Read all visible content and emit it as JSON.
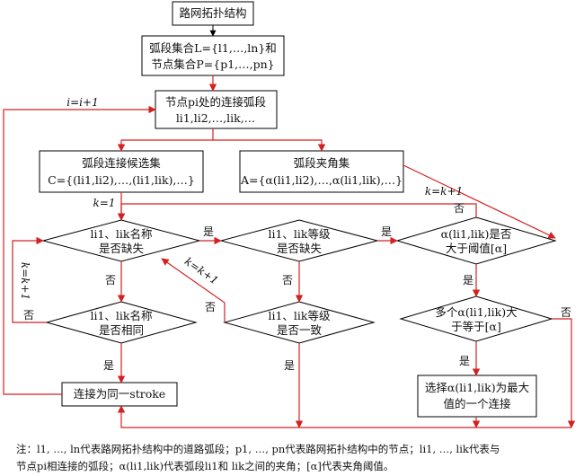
{
  "nodes": {
    "network": {
      "lines": [
        "路网拓扑结构"
      ]
    },
    "sets": {
      "lines": [
        "弧段集合L={l1,…,ln}和",
        "节点集合P={p1,…,pn}"
      ]
    },
    "node_arcs": {
      "lines": [
        "节点pi处的连接弧段",
        "li1,li2,…,lik,…"
      ]
    },
    "candidate_set": {
      "lines": [
        "弧段连接候选集",
        "C={(li1,li2),…,(li1,lik),…}"
      ]
    },
    "angle_set": {
      "lines": [
        "弧段夹角集",
        "A={α(li1,li2),…,α(li1,lik),…}"
      ]
    },
    "name_missing": {
      "lines": [
        "li1、lik名称",
        "是否缺失"
      ]
    },
    "grade_missing": {
      "lines": [
        "li1、lik等级",
        "是否缺失"
      ]
    },
    "angle_threshold": {
      "lines": [
        "α(li1,lik)是否",
        "大于阈值[α]"
      ]
    },
    "name_same": {
      "lines": [
        "li1、lik名称",
        "是否相同"
      ]
    },
    "grade_same": {
      "lines": [
        "li1、lik等级",
        "是否一致"
      ]
    },
    "multi_angle": {
      "lines": [
        "多个α(li1,lik)大",
        "于等于[α]"
      ]
    },
    "connect_stroke": {
      "lines": [
        "连接为同一stroke"
      ]
    },
    "select_max": {
      "lines": [
        "选择α(li1,lik)为最大",
        "值的一个连接"
      ]
    }
  },
  "edge_labels": {
    "i_increment": "i=i+1",
    "k_init": "k=1",
    "k_increment_left": "k=k+1",
    "k_increment_mid": "k=k+1",
    "k_increment_right": "k=k+1",
    "yes_1": "是",
    "yes_2": "是",
    "yes_3": "是",
    "yes_4": "是",
    "yes_5": "是",
    "yes_6": "是",
    "no_1": "否",
    "no_2": "否",
    "no_3": "否",
    "no_4": "否",
    "no_5": "否",
    "no_6": "否"
  },
  "note": {
    "line1": "注：l1, …, ln代表路网拓扑结构中的道路弧段；p1, …, pn代表路网拓扑结构中的节点；li1, …, lik代表与",
    "line2": "节点pi相连接的弧段；α(li1,lik)代表弧段li1和 lik之间的夹角；[α]代表夹角阈值。"
  },
  "colors": {
    "edge": "#d42020",
    "box_stroke": "#000000"
  }
}
